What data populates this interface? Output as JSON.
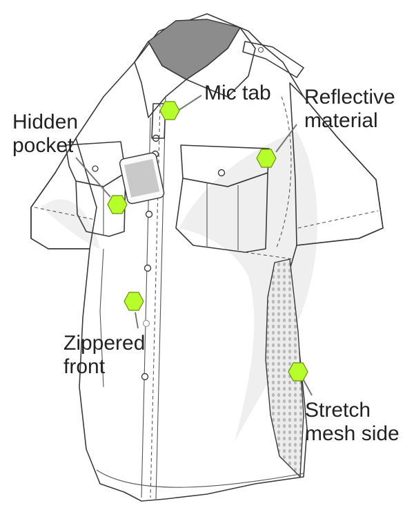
{
  "figure": {
    "callouts": [
      {
        "id": "mic-tab",
        "lines": [
          "Mic tab"
        ]
      },
      {
        "id": "reflective",
        "lines": [
          "Reflective",
          "material"
        ]
      },
      {
        "id": "hidden-pocket",
        "lines": [
          "Hidden",
          "pocket"
        ]
      },
      {
        "id": "zippered",
        "lines": [
          "Zippered",
          "front"
        ]
      },
      {
        "id": "stretch-mesh",
        "lines": [
          "Stretch",
          "mesh side"
        ]
      }
    ],
    "colors": {
      "marker_fill": "#b6ff2a",
      "marker_stroke": "#6a8f0a",
      "outline": "#3a3a3a",
      "collar_inner": "#8c8c8c",
      "mesh": "#d9d9d9",
      "reflective_swoosh": "#efefef"
    },
    "icons": {
      "marker": "hexagon-marker-icon",
      "phone": "smartphone-icon",
      "button": "shirt-button-icon"
    }
  }
}
